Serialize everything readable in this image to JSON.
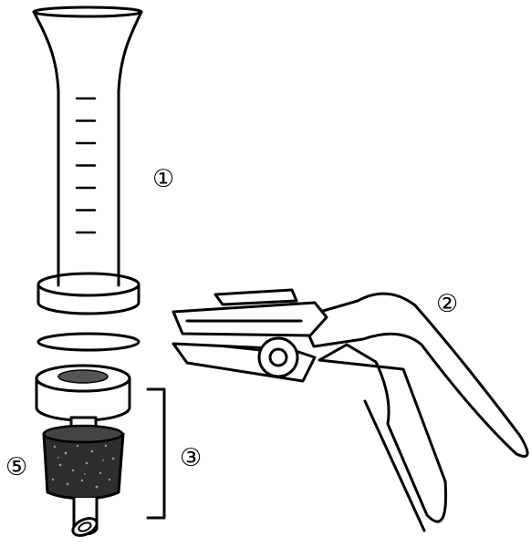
{
  "callouts": [
    {
      "id": "1",
      "text": "①"
    },
    {
      "id": "2",
      "text": "②"
    },
    {
      "id": "3",
      "text": "③"
    },
    {
      "id": "5",
      "text": "⑤"
    }
  ],
  "graduation_count": 7
}
